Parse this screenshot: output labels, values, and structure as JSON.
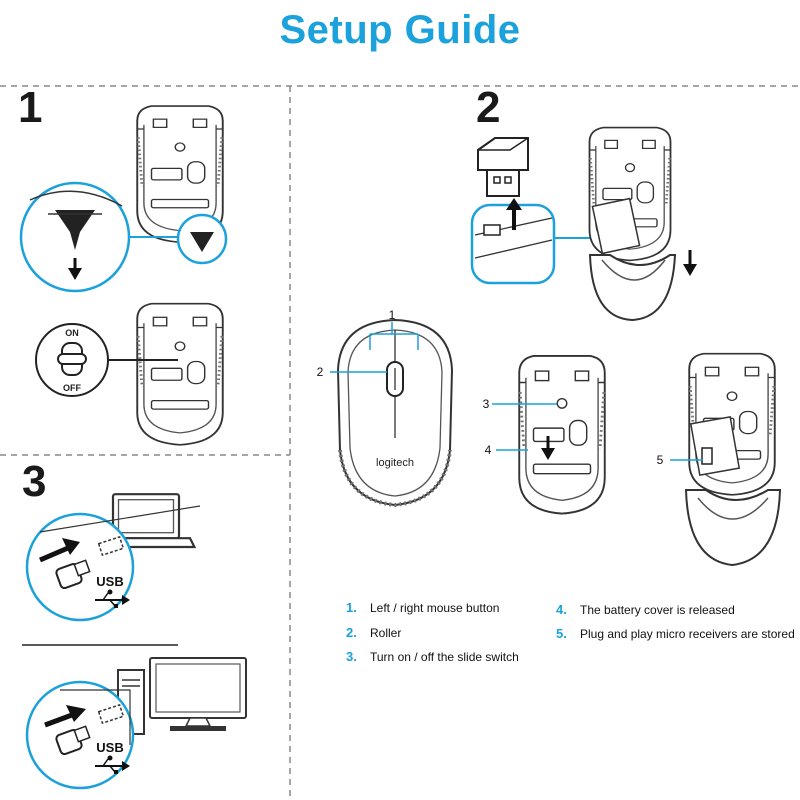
{
  "title": "Setup Guide",
  "steps": {
    "one": "1",
    "two": "2",
    "three": "3"
  },
  "switch": {
    "on": "ON",
    "off": "OFF"
  },
  "usb_label": "USB",
  "brand": "logitech",
  "callouts": [
    "1",
    "2",
    "3",
    "4",
    "5"
  ],
  "legend": [
    {
      "num": "1.",
      "text": "Left / right mouse button"
    },
    {
      "num": "2.",
      "text": "Roller"
    },
    {
      "num": "3.",
      "text": "Turn on / off the slide switch"
    },
    {
      "num": "4.",
      "text": "The battery cover is released"
    },
    {
      "num": "5.",
      "text": "Plug and play micro receivers are stored"
    }
  ],
  "colors": {
    "accent": "#1ba1db",
    "line": "#333333",
    "divider": "#888888"
  }
}
